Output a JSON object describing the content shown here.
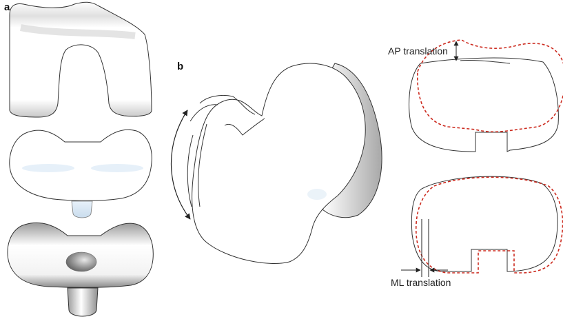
{
  "panels": {
    "a": "a",
    "b": "b"
  },
  "annotations": {
    "ap": "AP translation",
    "ml": "ML translation"
  },
  "colors": {
    "outline": "#333333",
    "displaced": "#cc2a1e",
    "shading": "#bdbdbd",
    "highlight": "#d9e8f5"
  }
}
